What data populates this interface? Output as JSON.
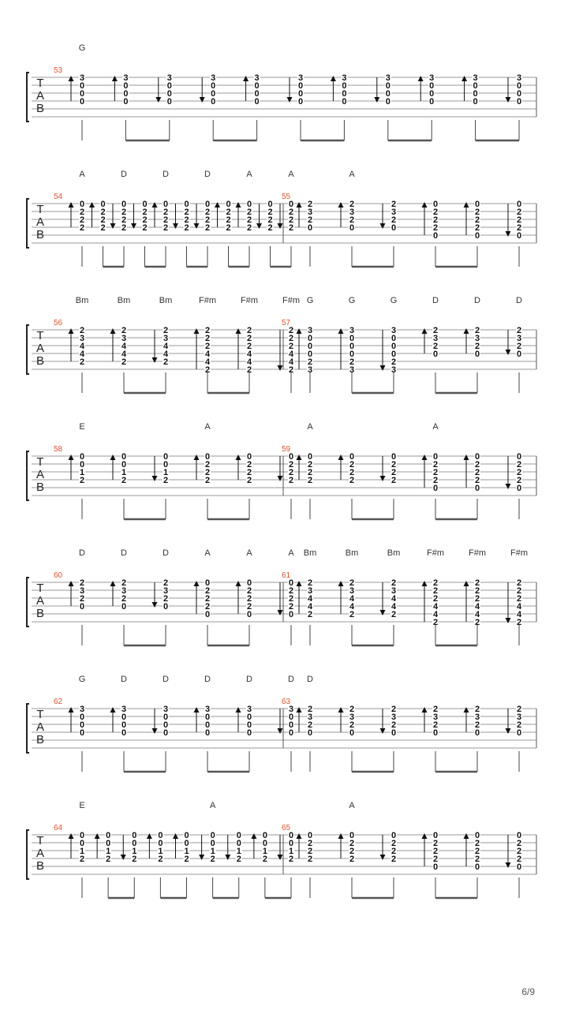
{
  "page": {
    "number_label": "6/9"
  },
  "clef_labels": [
    "T",
    "A",
    "B"
  ],
  "systems": [
    {
      "chords": [
        "G"
      ],
      "measures": [
        {
          "number": "53",
          "beats": [
            {
              "frets": [
                "3",
                "0",
                "0",
                "0"
              ],
              "stroke": "up"
            },
            {
              "frets": [
                "3",
                "0",
                "0",
                "0"
              ],
              "stroke": "up"
            },
            {
              "frets": [
                "3",
                "0",
                "0",
                "0"
              ],
              "stroke": "down"
            },
            {
              "frets": [
                "3",
                "0",
                "0",
                "0"
              ],
              "stroke": "down"
            },
            {
              "frets": [
                "3",
                "0",
                "0",
                "0"
              ],
              "stroke": "up"
            },
            {
              "frets": [
                "3",
                "0",
                "0",
                "0"
              ],
              "stroke": "down"
            },
            {
              "frets": [
                "3",
                "0",
                "0",
                "0"
              ],
              "stroke": "up"
            },
            {
              "frets": [
                "3",
                "0",
                "0",
                "0"
              ],
              "stroke": "down"
            },
            {
              "frets": [
                "3",
                "0",
                "0",
                "0"
              ],
              "stroke": "up"
            },
            {
              "frets": [
                "3",
                "0",
                "0",
                "0"
              ],
              "stroke": "up"
            },
            {
              "frets": [
                "3",
                "0",
                "0",
                "0"
              ],
              "stroke": "down"
            }
          ]
        }
      ]
    },
    {
      "chords": [
        "A",
        "D",
        "D",
        "D",
        "A",
        "A",
        "A"
      ],
      "measures": [
        {
          "number": "54",
          "beats": [
            {
              "frets": [
                "0",
                "2",
                "2",
                "2"
              ],
              "stroke": "up"
            },
            {
              "frets": [
                "0",
                "2",
                "2",
                "2"
              ],
              "stroke": "up"
            },
            {
              "frets": [
                "0",
                "2",
                "2",
                "2"
              ],
              "stroke": "down"
            },
            {
              "frets": [
                "0",
                "2",
                "2",
                "2"
              ],
              "stroke": "down"
            },
            {
              "frets": [
                "0",
                "2",
                "2",
                "2"
              ],
              "stroke": "up"
            },
            {
              "frets": [
                "0",
                "2",
                "2",
                "2"
              ],
              "stroke": "down"
            },
            {
              "frets": [
                "0",
                "2",
                "2",
                "2"
              ],
              "stroke": "down"
            },
            {
              "frets": [
                "0",
                "2",
                "2",
                "2"
              ],
              "stroke": "up"
            },
            {
              "frets": [
                "0",
                "2",
                "2",
                "2"
              ],
              "stroke": "up"
            },
            {
              "frets": [
                "0",
                "2",
                "2",
                "2"
              ],
              "stroke": "down"
            },
            {
              "frets": [
                "0",
                "2",
                "2",
                "2"
              ],
              "stroke": "down"
            }
          ]
        },
        {
          "number": "55",
          "beats": [
            {
              "frets": [
                "2",
                "3",
                "2",
                "0"
              ],
              "stroke": "up"
            },
            {
              "frets": [
                "2",
                "3",
                "2",
                "0"
              ],
              "stroke": "up"
            },
            {
              "frets": [
                "2",
                "3",
                "2",
                "0"
              ],
              "stroke": "down"
            },
            {
              "frets": [
                "0",
                "2",
                "2",
                "2",
                "0"
              ],
              "stroke": "up"
            },
            {
              "frets": [
                "0",
                "2",
                "2",
                "2",
                "0"
              ],
              "stroke": "up"
            },
            {
              "frets": [
                "0",
                "2",
                "2",
                "2",
                "0"
              ],
              "stroke": "down"
            }
          ]
        }
      ]
    },
    {
      "chords": [
        "Bm",
        "Bm",
        "Bm",
        "F#m",
        "F#m",
        "F#m",
        "G",
        "G",
        "G",
        "D",
        "D",
        "D"
      ],
      "measures": [
        {
          "number": "56",
          "beats": [
            {
              "frets": [
                "2",
                "3",
                "4",
                "4",
                "2"
              ],
              "stroke": "up"
            },
            {
              "frets": [
                "2",
                "3",
                "4",
                "4",
                "2"
              ],
              "stroke": "up"
            },
            {
              "frets": [
                "2",
                "3",
                "4",
                "4",
                "2"
              ],
              "stroke": "down"
            },
            {
              "frets": [
                "2",
                "2",
                "2",
                "4",
                "4",
                "2"
              ],
              "stroke": "up"
            },
            {
              "frets": [
                "2",
                "2",
                "2",
                "4",
                "4",
                "2"
              ],
              "stroke": "up"
            },
            {
              "frets": [
                "2",
                "2",
                "2",
                "4",
                "4",
                "2"
              ],
              "stroke": "down"
            }
          ]
        },
        {
          "number": "57",
          "beats": [
            {
              "frets": [
                "3",
                "0",
                "0",
                "0",
                "2",
                "3"
              ],
              "stroke": "up"
            },
            {
              "frets": [
                "3",
                "0",
                "0",
                "0",
                "2",
                "3"
              ],
              "stroke": "up"
            },
            {
              "frets": [
                "3",
                "0",
                "0",
                "0",
                "2",
                "3"
              ],
              "stroke": "down"
            },
            {
              "frets": [
                "2",
                "3",
                "2",
                "0"
              ],
              "stroke": "up"
            },
            {
              "frets": [
                "2",
                "3",
                "2",
                "0"
              ],
              "stroke": "up"
            },
            {
              "frets": [
                "2",
                "3",
                "2",
                "0"
              ],
              "stroke": "down"
            }
          ]
        }
      ]
    },
    {
      "chords": [
        "E",
        "A",
        "A",
        "A"
      ],
      "measures": [
        {
          "number": "58",
          "beats": [
            {
              "frets": [
                "0",
                "0",
                "1",
                "2"
              ],
              "stroke": "up"
            },
            {
              "frets": [
                "0",
                "0",
                "1",
                "2"
              ],
              "stroke": "up"
            },
            {
              "frets": [
                "0",
                "0",
                "1",
                "2"
              ],
              "stroke": "down"
            },
            {
              "frets": [
                "0",
                "2",
                "2",
                "2"
              ],
              "stroke": "up"
            },
            {
              "frets": [
                "0",
                "2",
                "2",
                "2"
              ],
              "stroke": "up"
            },
            {
              "frets": [
                "0",
                "2",
                "2",
                "2"
              ],
              "stroke": "down"
            }
          ]
        },
        {
          "number": "59",
          "beats": [
            {
              "frets": [
                "0",
                "2",
                "2",
                "2"
              ],
              "stroke": "up"
            },
            {
              "frets": [
                "0",
                "2",
                "2",
                "2"
              ],
              "stroke": "up"
            },
            {
              "frets": [
                "0",
                "2",
                "2",
                "2"
              ],
              "stroke": "down"
            },
            {
              "frets": [
                "0",
                "2",
                "2",
                "2",
                "0"
              ],
              "stroke": "up"
            },
            {
              "frets": [
                "0",
                "2",
                "2",
                "2",
                "0"
              ],
              "stroke": "up"
            },
            {
              "frets": [
                "0",
                "2",
                "2",
                "2",
                "0"
              ],
              "stroke": "down"
            }
          ]
        }
      ]
    },
    {
      "chords": [
        "D",
        "D",
        "D",
        "A",
        "A",
        "A",
        "Bm",
        "Bm",
        "Bm",
        "F#m",
        "F#m",
        "F#m"
      ],
      "measures": [
        {
          "number": "60",
          "beats": [
            {
              "frets": [
                "2",
                "3",
                "2",
                "0"
              ],
              "stroke": "up"
            },
            {
              "frets": [
                "2",
                "3",
                "2",
                "0"
              ],
              "stroke": "up"
            },
            {
              "frets": [
                "2",
                "3",
                "2",
                "0"
              ],
              "stroke": "down"
            },
            {
              "frets": [
                "0",
                "2",
                "2",
                "2",
                "0"
              ],
              "stroke": "up"
            },
            {
              "frets": [
                "0",
                "2",
                "2",
                "2",
                "0"
              ],
              "stroke": "up"
            },
            {
              "frets": [
                "0",
                "2",
                "2",
                "2",
                "0"
              ],
              "stroke": "down"
            }
          ]
        },
        {
          "number": "61",
          "beats": [
            {
              "frets": [
                "2",
                "3",
                "4",
                "4",
                "2"
              ],
              "stroke": "up"
            },
            {
              "frets": [
                "2",
                "3",
                "4",
                "4",
                "2"
              ],
              "stroke": "up"
            },
            {
              "frets": [
                "2",
                "3",
                "4",
                "4",
                "2"
              ],
              "stroke": "down"
            },
            {
              "frets": [
                "2",
                "2",
                "2",
                "4",
                "4",
                "2"
              ],
              "stroke": "up"
            },
            {
              "frets": [
                "2",
                "2",
                "2",
                "4",
                "4",
                "2"
              ],
              "stroke": "up"
            },
            {
              "frets": [
                "2",
                "2",
                "2",
                "4",
                "4",
                "2"
              ],
              "stroke": "down"
            }
          ]
        }
      ]
    },
    {
      "chords": [
        "G",
        "D",
        "D",
        "D",
        "D",
        "D",
        "D"
      ],
      "measures": [
        {
          "number": "62",
          "beats": [
            {
              "frets": [
                "3",
                "0",
                "0",
                "0"
              ],
              "stroke": "up"
            },
            {
              "frets": [
                "3",
                "0",
                "0",
                "0"
              ],
              "stroke": "up"
            },
            {
              "frets": [
                "3",
                "0",
                "0",
                "0"
              ],
              "stroke": "down"
            },
            {
              "frets": [
                "3",
                "0",
                "0",
                "0"
              ],
              "stroke": "up"
            },
            {
              "frets": [
                "3",
                "0",
                "0",
                "0"
              ],
              "stroke": "up"
            },
            {
              "frets": [
                "3",
                "0",
                "0",
                "0"
              ],
              "stroke": "down"
            }
          ]
        },
        {
          "number": "63",
          "beats": [
            {
              "frets": [
                "2",
                "3",
                "2",
                "0"
              ],
              "stroke": "up"
            },
            {
              "frets": [
                "2",
                "3",
                "2",
                "0"
              ],
              "stroke": "up"
            },
            {
              "frets": [
                "2",
                "3",
                "2",
                "0"
              ],
              "stroke": "down"
            },
            {
              "frets": [
                "2",
                "3",
                "2",
                "0"
              ],
              "stroke": "up"
            },
            {
              "frets": [
                "2",
                "3",
                "2",
                "0"
              ],
              "stroke": "up"
            },
            {
              "frets": [
                "2",
                "3",
                "2",
                "0"
              ],
              "stroke": "down"
            }
          ]
        }
      ]
    },
    {
      "chords": [
        "E",
        "A",
        "A"
      ],
      "measures": [
        {
          "number": "64",
          "beats": [
            {
              "frets": [
                "0",
                "0",
                "1",
                "2"
              ],
              "stroke": "up"
            },
            {
              "frets": [
                "0",
                "0",
                "1",
                "2"
              ],
              "stroke": "up"
            },
            {
              "frets": [
                "0",
                "0",
                "1",
                "2"
              ],
              "stroke": "down"
            },
            {
              "frets": [
                "0",
                "0",
                "1",
                "2"
              ],
              "stroke": "up"
            },
            {
              "frets": [
                "0",
                "0",
                "1",
                "2"
              ],
              "stroke": "up"
            },
            {
              "frets": [
                "0",
                "0",
                "1",
                "2"
              ],
              "stroke": "down"
            },
            {
              "frets": [
                "0",
                "0",
                "1",
                "2"
              ],
              "stroke": "down"
            },
            {
              "frets": [
                "0",
                "0",
                "1",
                "2"
              ],
              "stroke": "up"
            },
            {
              "frets": [
                "0",
                "0",
                "1",
                "2"
              ],
              "stroke": "down"
            }
          ]
        },
        {
          "number": "65",
          "beats": [
            {
              "frets": [
                "0",
                "2",
                "2",
                "2"
              ],
              "stroke": "up"
            },
            {
              "frets": [
                "0",
                "2",
                "2",
                "2"
              ],
              "stroke": "up"
            },
            {
              "frets": [
                "0",
                "2",
                "2",
                "2"
              ],
              "stroke": "down"
            },
            {
              "frets": [
                "0",
                "2",
                "2",
                "2",
                "0"
              ],
              "stroke": "up"
            },
            {
              "frets": [
                "0",
                "2",
                "2",
                "2",
                "0"
              ],
              "stroke": "up"
            },
            {
              "frets": [
                "0",
                "2",
                "2",
                "2",
                "0"
              ],
              "stroke": "down"
            }
          ]
        }
      ]
    }
  ]
}
